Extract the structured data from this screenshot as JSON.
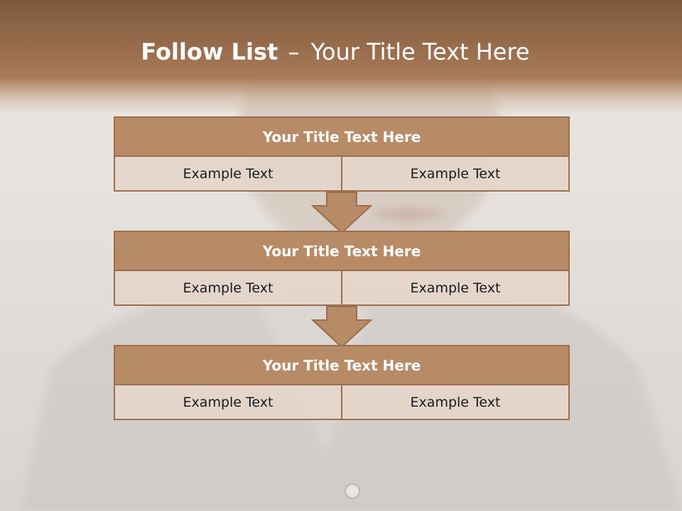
{
  "title": {
    "bold": "Follow List",
    "separator": "–",
    "rest": "Your Title Text Here"
  },
  "blocks": [
    {
      "heading": "Your Title Text Here",
      "cells": [
        "Example Text",
        "Example Text"
      ]
    },
    {
      "heading": "Your Title Text Here",
      "cells": [
        "Example Text",
        "Example Text"
      ]
    },
    {
      "heading": "Your Title Text Here",
      "cells": [
        "Example Text",
        "Example Text"
      ]
    }
  ],
  "colors": {
    "header_band": "#8a6244",
    "block_head": "#b88b67",
    "border": "#9c6e4c",
    "cell": "#e4d6cb"
  }
}
